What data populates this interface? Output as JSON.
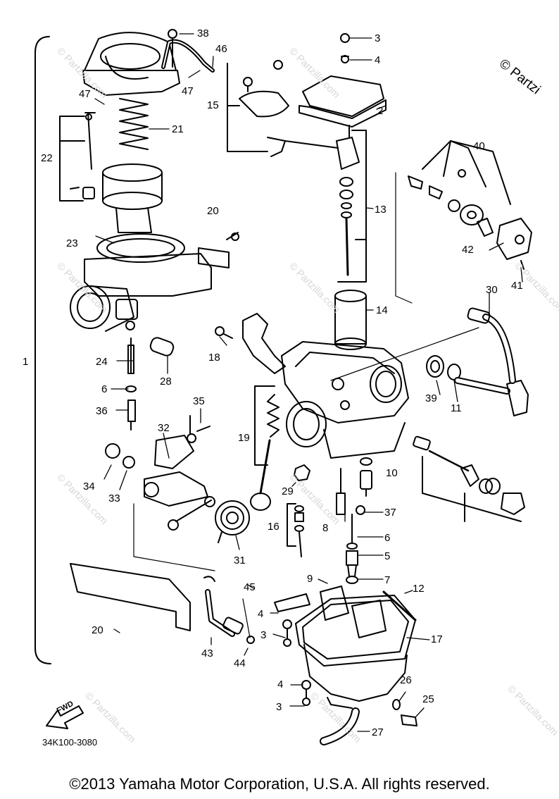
{
  "watermark": "© Partzilla.com",
  "corner_mark": "© Partzi",
  "diagram_code": "34K100-3080",
  "fwd_label": "FWD",
  "copyright": "©2013 Yamaha Motor Corporation, U.S.A. All rights reserved.",
  "labels": [
    "1",
    "2",
    "3",
    "4",
    "5",
    "6",
    "7",
    "8",
    "9",
    "10",
    "11",
    "12",
    "13",
    "14",
    "15",
    "16",
    "17",
    "18",
    "19",
    "20",
    "21",
    "22",
    "23",
    "24",
    "25",
    "26",
    "27",
    "28",
    "29",
    "30",
    "31",
    "32",
    "33",
    "34",
    "35",
    "36",
    "37",
    "38",
    "39",
    "40",
    "41",
    "42",
    "43",
    "44",
    "45",
    "46",
    "47"
  ],
  "labels_extra": {
    "3b": "3",
    "3c": "3",
    "4b": "4",
    "4c": "4",
    "6b": "6",
    "20b": "20",
    "47b": "47"
  }
}
